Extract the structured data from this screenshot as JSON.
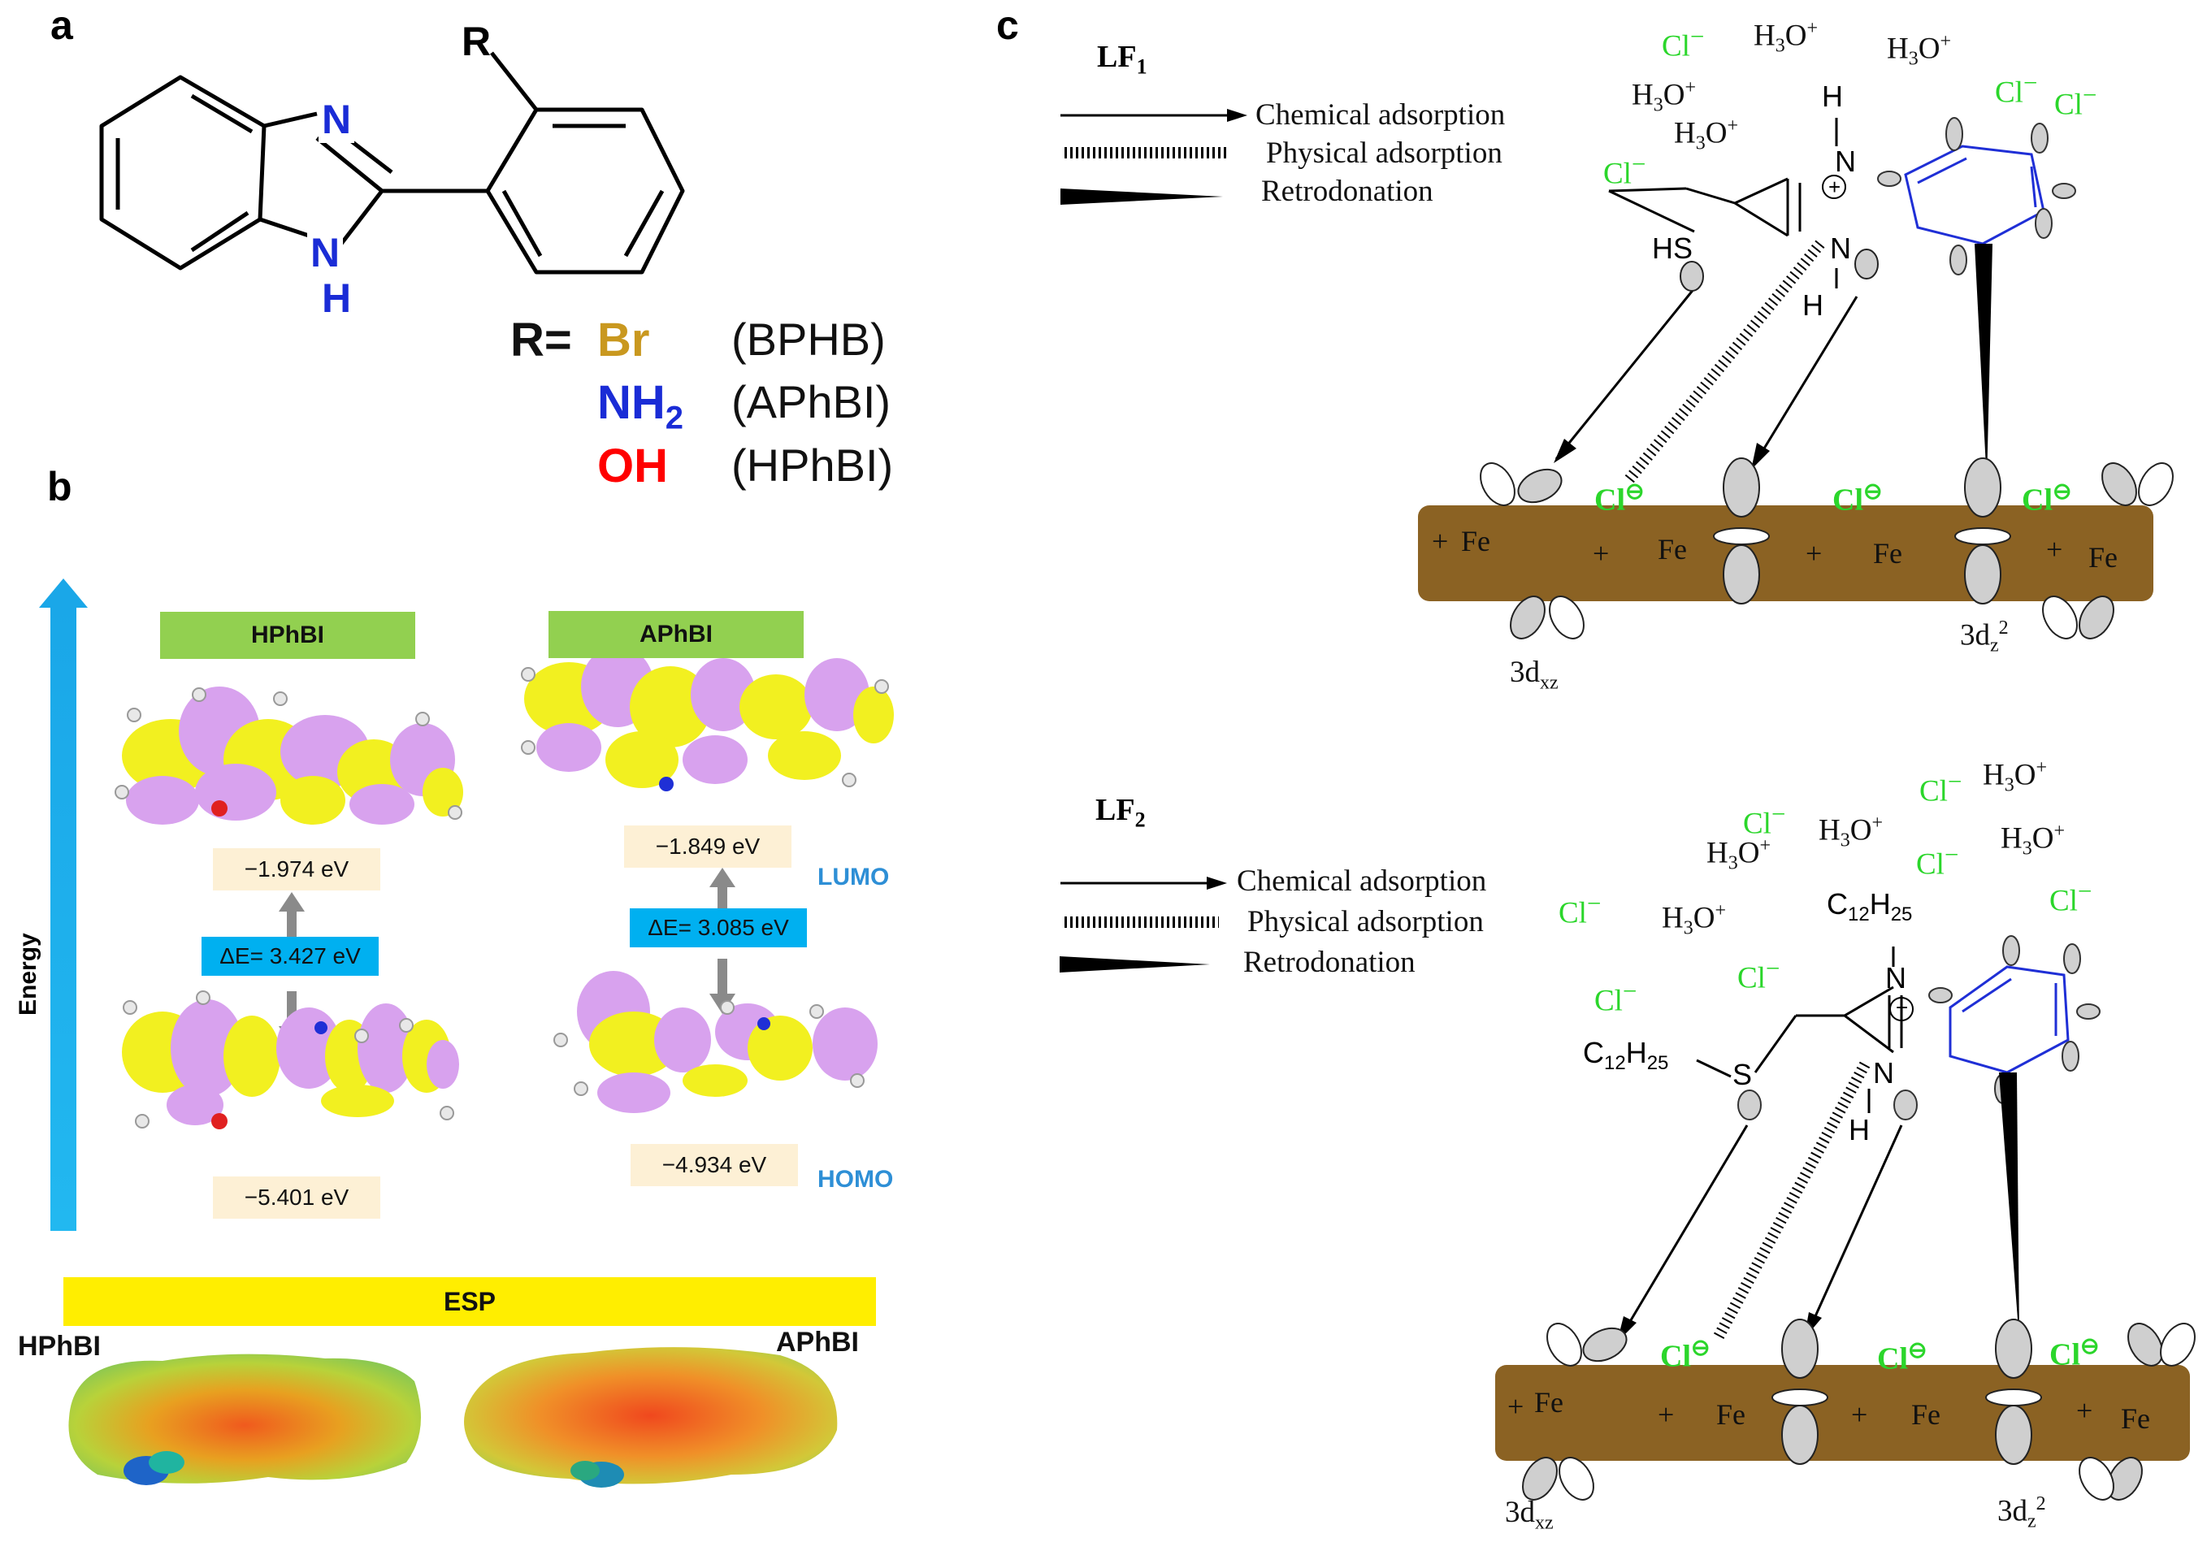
{
  "panels": {
    "a": "a",
    "b": "b",
    "c": "c"
  },
  "panel_a": {
    "r_symbol": "R",
    "n_top": "N",
    "n_bottom": "N",
    "h_bottom": "H",
    "r_eq": "R=",
    "substituents": [
      {
        "group": "Br",
        "name": "(BPHB)",
        "color": "#c9981f"
      },
      {
        "group": "NH",
        "subscript": "2",
        "name": "(APhBI)",
        "color": "#1a2cd6"
      },
      {
        "group": "OH",
        "name": "(HPhBI)",
        "color": "#ff0000"
      }
    ]
  },
  "panel_b": {
    "axis_label": "Energy",
    "molecules": [
      {
        "name": "HPhBI",
        "lumo_energy": "−1.974 eV",
        "gap": "ΔE= 3.427 eV",
        "homo_energy": "−5.401 eV"
      },
      {
        "name": "APhBI",
        "lumo_energy": "−1.849 eV",
        "gap": "ΔE= 3.085 eV",
        "homo_energy": "−4.934 eV"
      }
    ],
    "lumo_label": "LUMO",
    "homo_label": "HOMO",
    "esp_label": "ESP",
    "esp_left": "HPhBI",
    "esp_right": "APhBI",
    "colors": {
      "green_box": "#92d050",
      "energy_box": "#fdf0d5",
      "gap_box": "#00b0f0",
      "esp_bar": "#ffee00",
      "arrow": "#1aa7e8",
      "lobe_yellow": "#f2f020",
      "lobe_purple": "#d8a2ee"
    }
  },
  "panel_c": {
    "legend": {
      "chemical": "Chemical adsorption",
      "physical": "Physical adsorption",
      "retro": "Retrodonation"
    },
    "lf1": {
      "title_main": "LF",
      "title_sub": "1",
      "thiol": "HS",
      "orbital_left": "3d",
      "orbital_left_sub": "xz",
      "orbital_right": "3d",
      "orbital_right_sub": "z",
      "orbital_right_sup": "2"
    },
    "lf2": {
      "title_main": "LF",
      "title_sub": "2",
      "chain_c": "C",
      "chain_sub1": "12",
      "chain_h": "H",
      "chain_sub2": "25",
      "sulfur": "S",
      "orbital_left": "3d",
      "orbital_left_sub": "xz",
      "orbital_right": "3d",
      "orbital_right_sub": "z",
      "orbital_right_sup": "2"
    },
    "ion_cl": "Cl",
    "ion_cl_charge": "−",
    "ion_h3o_main": "H",
    "ion_h3o_sub": "3",
    "ion_h3o_o": "O",
    "ion_h3o_charge": "+",
    "surface_cl": "Cl",
    "surface_cl_charge": "⊖",
    "atom_n": "N",
    "atom_h": "H",
    "fe": "Fe",
    "plus": "+",
    "colors": {
      "metal": "#8b6223",
      "chloride": "#2bd62b",
      "ring": "#1f2fd6"
    }
  }
}
